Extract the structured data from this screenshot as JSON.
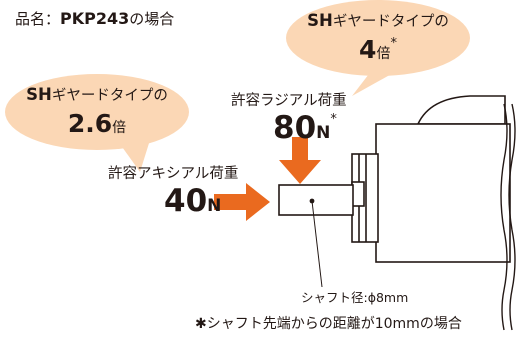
{
  "title": {
    "prefix": "品名：",
    "model": "PKP243",
    "suffix": "の場合"
  },
  "bubble_radial": {
    "brand": "SH",
    "text": "ギヤードタイプの",
    "value": "4",
    "unit": "倍",
    "mark": "*"
  },
  "bubble_axial": {
    "brand": "SH",
    "text": "ギヤードタイプの",
    "value": "2.6",
    "unit": "倍"
  },
  "radial_load": {
    "label": "許容ラジアル荷重",
    "value": "80",
    "unit": "N",
    "mark": "*"
  },
  "axial_load": {
    "label": "許容アキシアル荷重",
    "value": "40",
    "unit": "N"
  },
  "shaft": {
    "label": "シャフト径:ϕ8mm"
  },
  "footnote": {
    "mark": "✱",
    "text": "シャフト先端からの距離が10mmの場合"
  },
  "colors": {
    "bubble": "#fbd7b5",
    "arrow": "#ea6a1f",
    "line": "#231815"
  }
}
